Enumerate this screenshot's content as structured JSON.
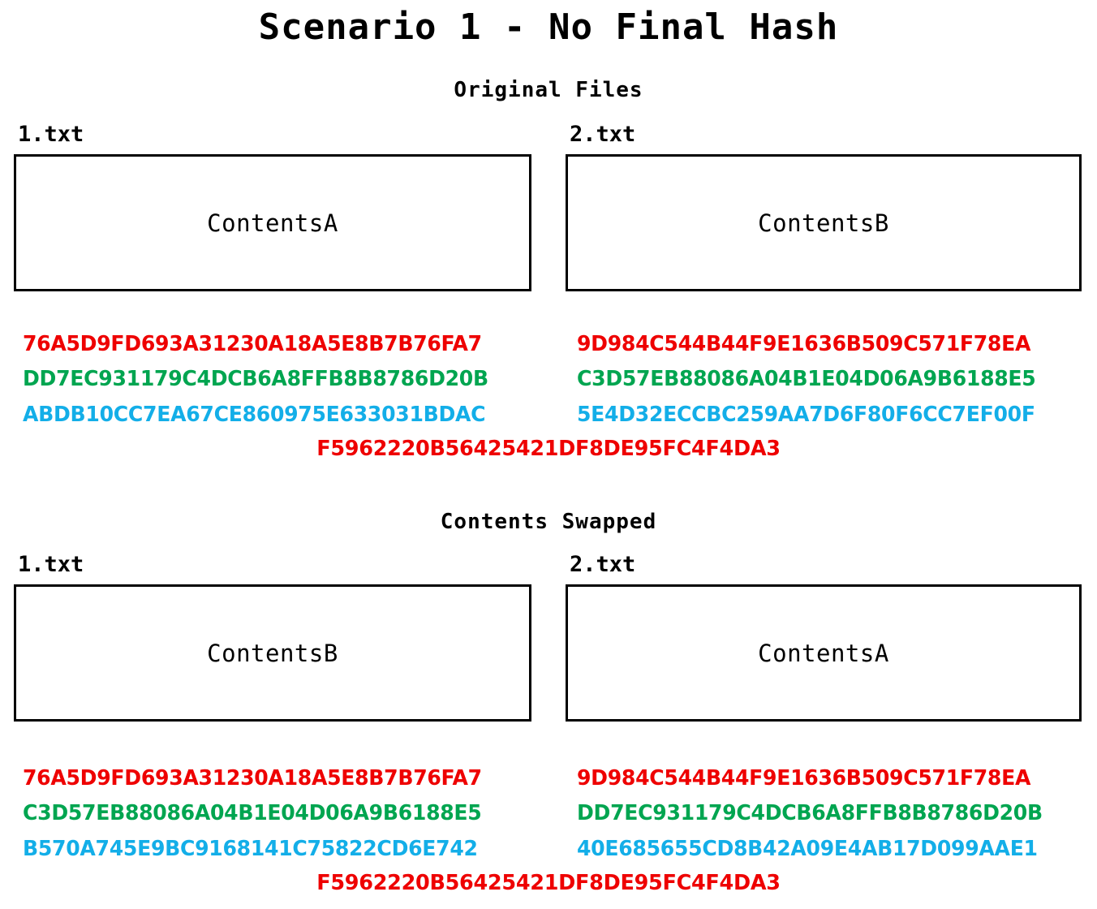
{
  "title": "Scenario 1 - No Final Hash",
  "colors": {
    "red": "#ee0000",
    "green": "#00a550",
    "blue": "#13aee8",
    "box_border": "#000000",
    "background": "#ffffff"
  },
  "sections": [
    {
      "heading": "Original Files",
      "files": [
        {
          "name": "1.txt",
          "contents": "ContentsA"
        },
        {
          "name": "2.txt",
          "contents": "ContentsB"
        }
      ],
      "hashes_left": [
        "76A5D9FD693A31230A18A5E8B7B76FA7",
        "DD7EC931179C4DCB6A8FFB8B8786D20B",
        "ABDB10CC7EA67CE860975E633031BDAC"
      ],
      "hashes_right": [
        "9D984C544B44F9E1636B509C571F78EA",
        "C3D57EB88086A04B1E04D06A9B6188E5",
        "5E4D32ECCBC259AA7D6F80F6CC7EF00F"
      ],
      "final_hash": "F5962220B56425421DF8DE95FC4F4DA3"
    },
    {
      "heading": "Contents Swapped",
      "files": [
        {
          "name": "1.txt",
          "contents": "ContentsB"
        },
        {
          "name": "2.txt",
          "contents": "ContentsA"
        }
      ],
      "hashes_left": [
        "76A5D9FD693A31230A18A5E8B7B76FA7",
        "C3D57EB88086A04B1E04D06A9B6188E5",
        "B570A745E9BC9168141C75822CD6E742"
      ],
      "hashes_right": [
        "9D984C544B44F9E1636B509C571F78EA",
        "DD7EC931179C4DCB6A8FFB8B8786D20B",
        "40E685655CD8B42A09E4AB17D099AAE1"
      ],
      "final_hash": "F5962220B56425421DF8DE95FC4F4DA3"
    }
  ]
}
